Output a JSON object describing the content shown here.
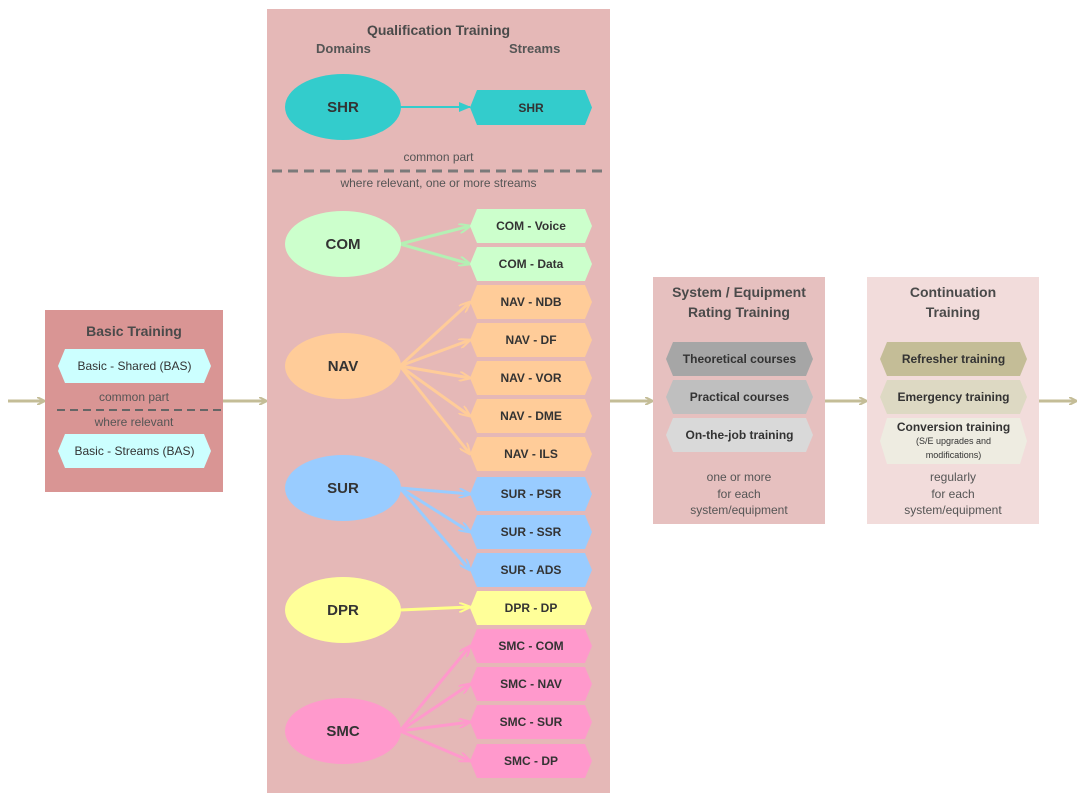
{
  "basic": {
    "title": "Basic Training",
    "shared": "Basic - Shared (BAS)",
    "common_part": "common part",
    "where_relevant": "where relevant",
    "streams": "Basic - Streams (BAS)"
  },
  "qualification": {
    "title": "Qualification Training",
    "domains_header": "Domains",
    "streams_header": "Streams",
    "common_part": "common part",
    "where_relevant": "where relevant, one or more streams",
    "domains": {
      "shr": "SHR",
      "com": "COM",
      "nav": "NAV",
      "sur": "SUR",
      "dpr": "DPR",
      "smc": "SMC"
    },
    "streams": {
      "shr": "SHR",
      "com_voice": "COM - Voice",
      "com_data": "COM - Data",
      "nav_ndb": "NAV - NDB",
      "nav_df": "NAV - DF",
      "nav_vor": "NAV - VOR",
      "nav_dme": "NAV - DME",
      "nav_ils": "NAV - ILS",
      "sur_psr": "SUR - PSR",
      "sur_ssr": "SUR - SSR",
      "sur_ads": "SUR - ADS",
      "dpr_dp": "DPR - DP",
      "smc_com": "SMC - COM",
      "smc_nav": "SMC - NAV",
      "smc_sur": "SMC - SUR",
      "smc_dp": "SMC - DP"
    }
  },
  "system": {
    "title_line1": "System / Equipment",
    "title_line2": "Rating Training",
    "theoretical": "Theoretical courses",
    "practical": "Practical courses",
    "ojt": "On-the-job training",
    "note_line1": "one or more",
    "note_line2": "for each",
    "note_line3": "system/equipment"
  },
  "continuation": {
    "title_line1": "Continuation",
    "title_line2": "Training",
    "refresher": "Refresher training",
    "emergency": "Emergency training",
    "conversion": "Conversion training",
    "conversion_sub_line1": "(S/E upgrades and",
    "conversion_sub_line2": "modifications)",
    "note_line1": "regularly",
    "note_line2": "for each",
    "note_line3": "system/equipment"
  },
  "colors": {
    "shr": "#33cccc",
    "com": "#ccffcc",
    "nav": "#ffcc99",
    "sur": "#99ccff",
    "dpr": "#ffff99",
    "smc": "#ff99cc",
    "basic_hex": "#ccffff",
    "flow_arrow": "#c4bd97"
  }
}
